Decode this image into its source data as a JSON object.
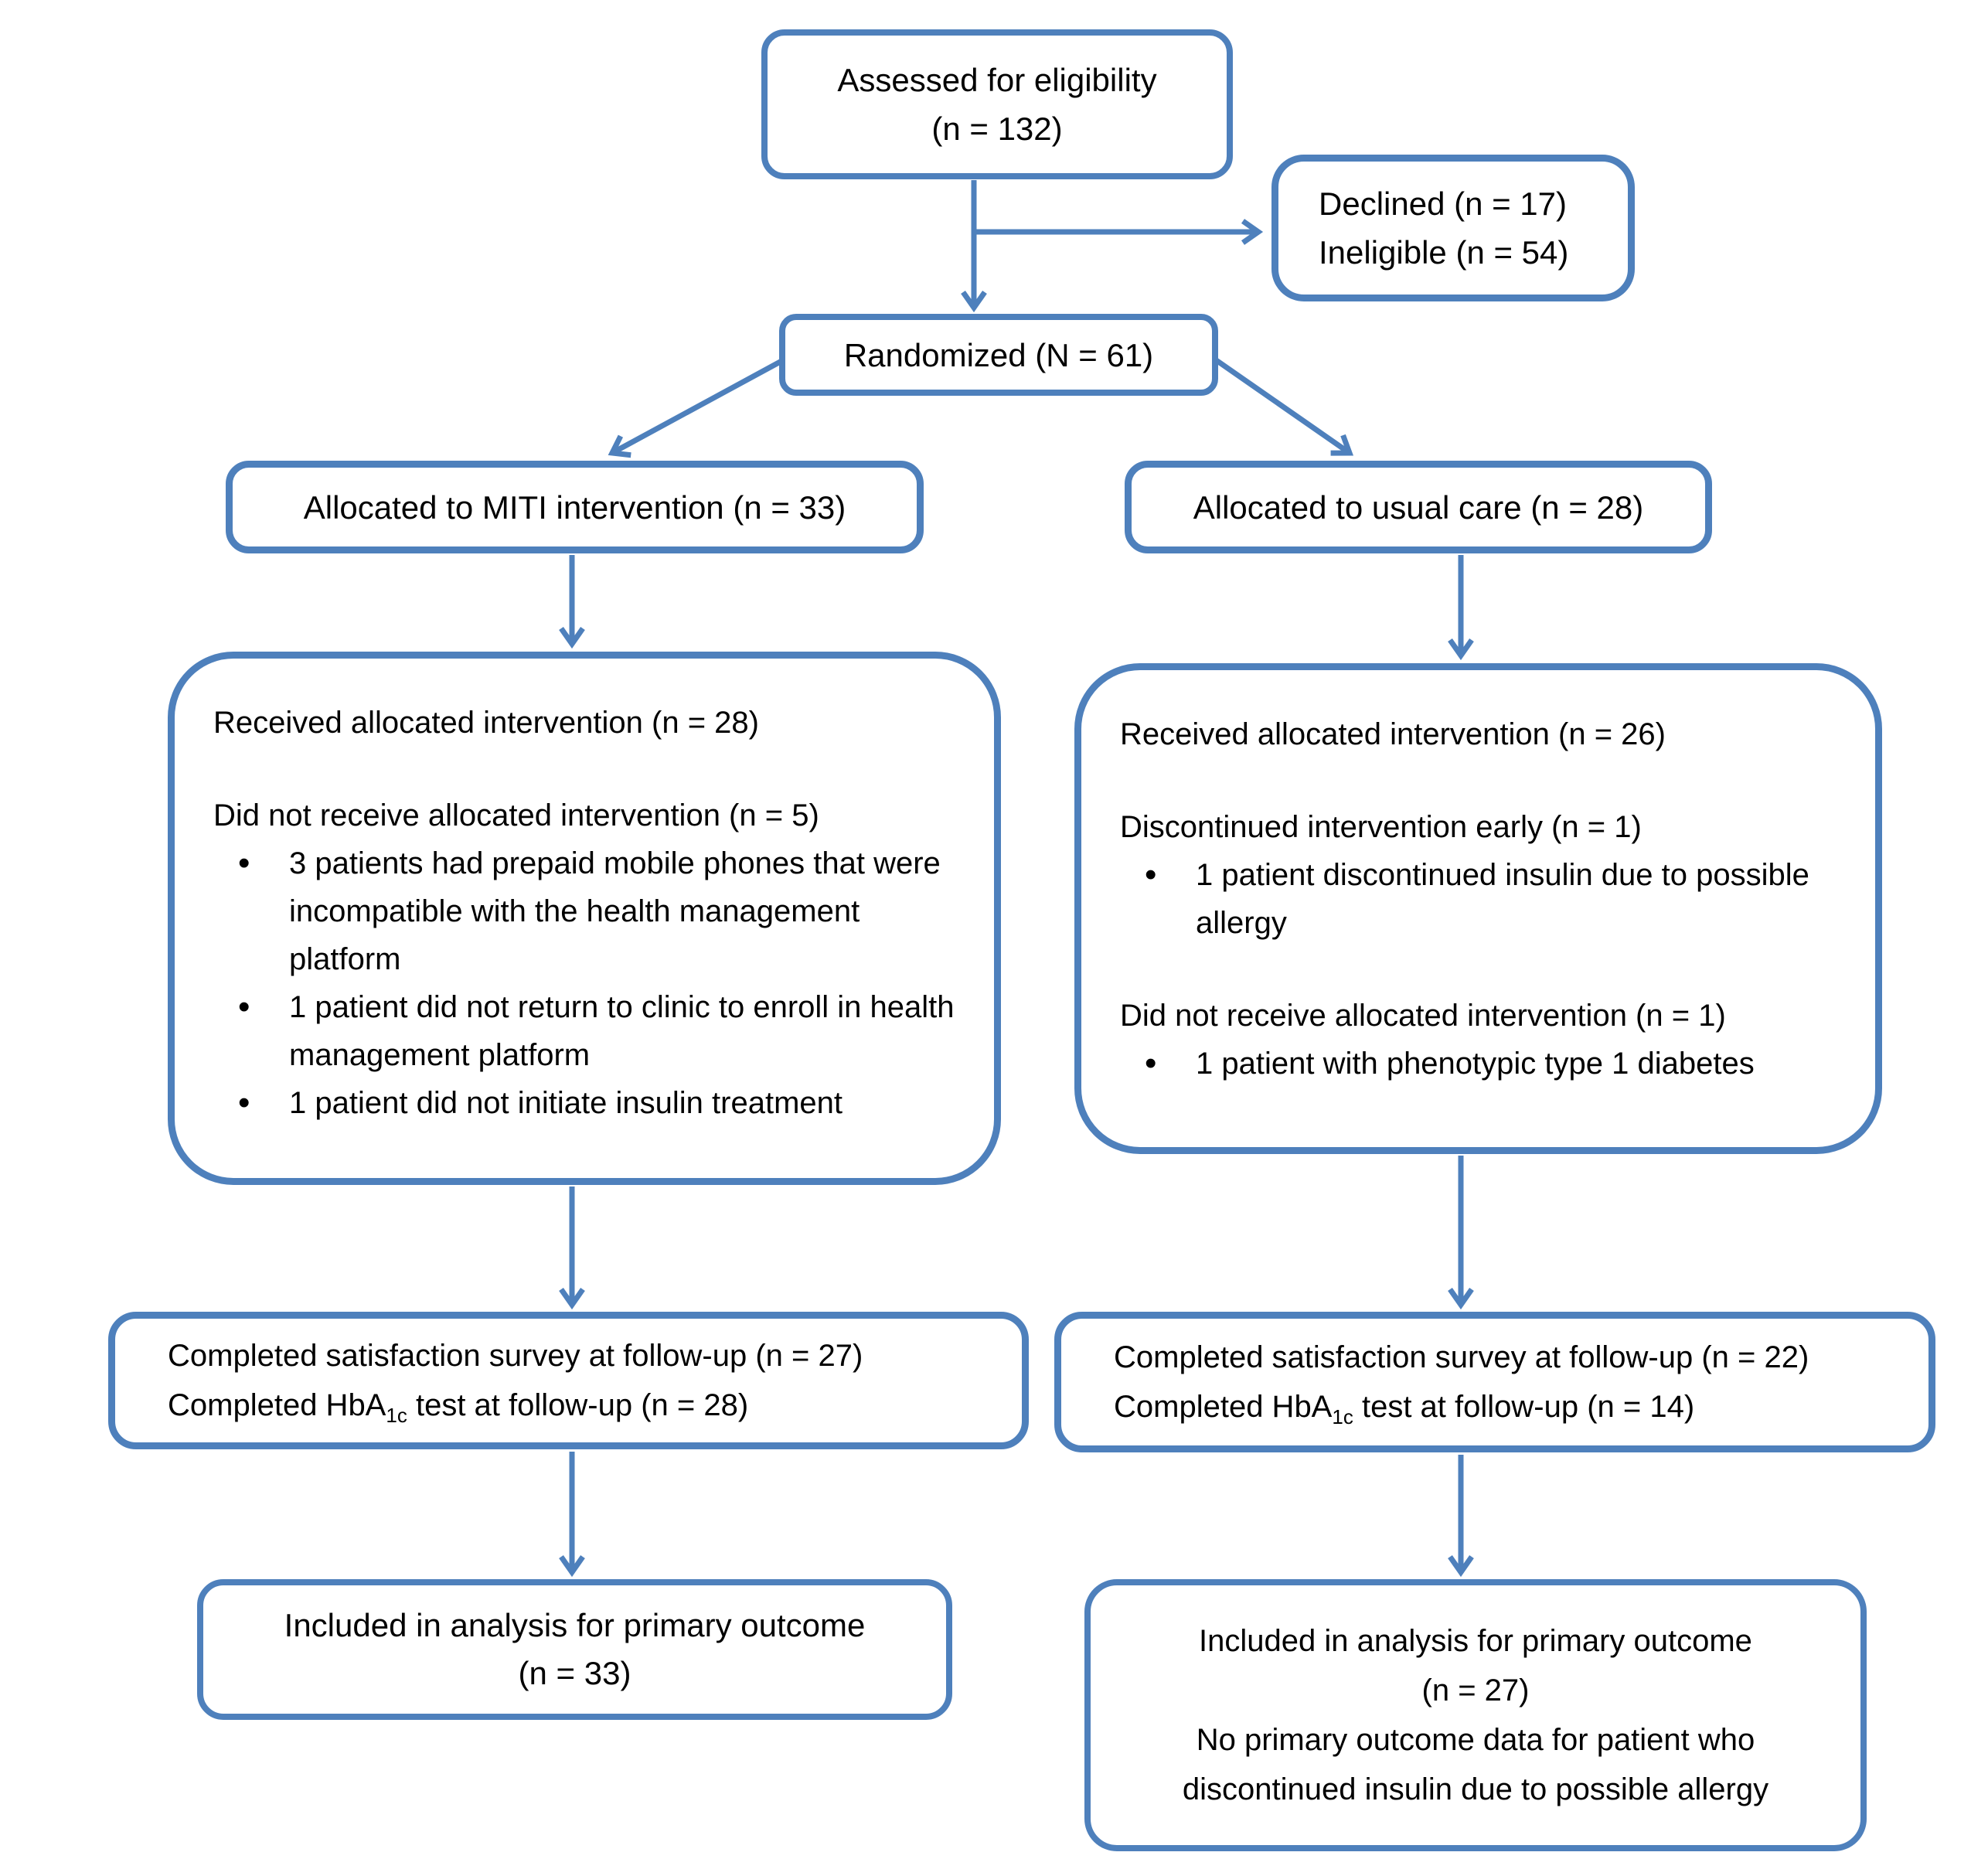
{
  "colors": {
    "accent": "#4E80BC",
    "text": "#000000",
    "background": "#FFFFFF"
  },
  "diagram": {
    "type": "consort-flow",
    "assessed": {
      "line1": "Assessed for eligibility",
      "line2": "(n = 132)"
    },
    "excluded": {
      "line1": "Declined (n = 17)",
      "line2": "Ineligible (n = 54)"
    },
    "randomized": {
      "label": "Randomized (N = 61)"
    },
    "alloc_miti": {
      "label": "Allocated to MITI intervention (n = 33)"
    },
    "alloc_usual": {
      "label": "Allocated to usual care (n = 28)"
    },
    "miti_detail": {
      "received": "Received allocated intervention (n = 28)",
      "not_received": "Did not receive allocated intervention (n = 5)",
      "not_received_bullets": [
        "3 patients had prepaid mobile phones that were incompatible with the health management platform",
        "1 patient did not return to clinic to enroll in health management platform",
        "1 patient did not initiate insulin treatment"
      ]
    },
    "usual_detail": {
      "received": "Received allocated intervention (n = 26)",
      "discontinued": "Discontinued intervention early (n = 1)",
      "discontinued_bullets": [
        "1 patient discontinued insulin due to possible allergy"
      ],
      "not_received": "Did not receive allocated intervention (n = 1)",
      "not_received_bullets": [
        "1 patient with phenotypic type 1 diabetes"
      ]
    },
    "fu_miti": {
      "line1": "Completed satisfaction survey at follow-up (n = 27)",
      "line2_prefix": "Completed HbA",
      "line2_sub": "1c",
      "line2_suffix": " test at follow-up (n = 28)"
    },
    "fu_usual": {
      "line1": "Completed satisfaction survey at follow-up (n = 22)",
      "line2_prefix": "Completed HbA",
      "line2_sub": "1c",
      "line2_suffix": " test at follow-up (n = 14)"
    },
    "analysis_miti": {
      "line1": "Included in analysis for primary outcome",
      "line2": "(n = 33)"
    },
    "analysis_usual": {
      "line1": "Included in analysis for primary outcome",
      "line2": "(n = 27)",
      "line3": "No primary outcome data for patient who",
      "line4": "discontinued insulin due to possible allergy"
    }
  }
}
